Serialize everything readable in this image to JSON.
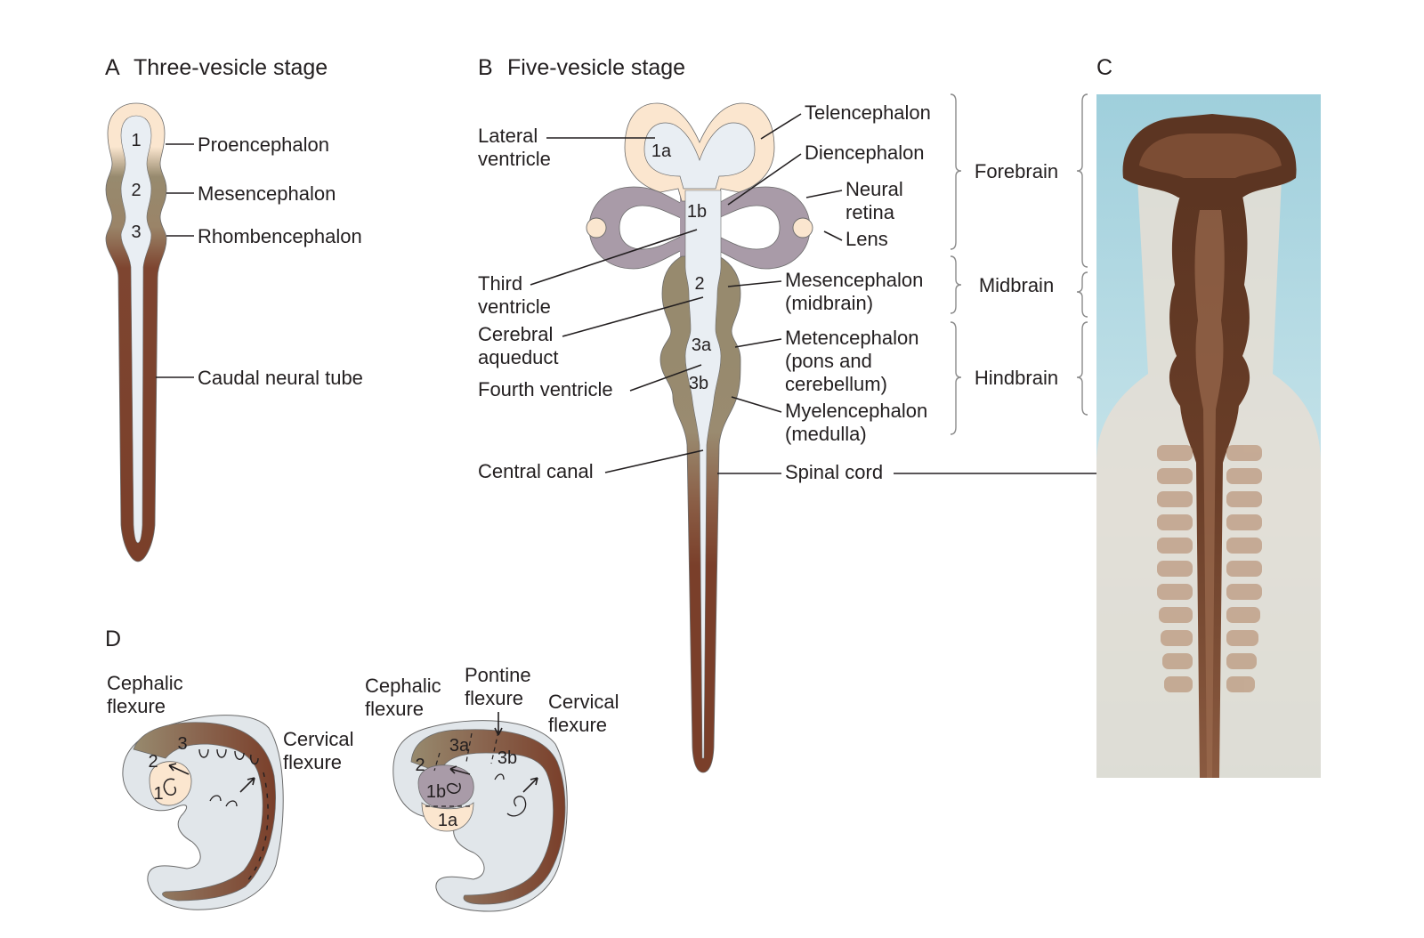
{
  "panels": {
    "a": {
      "letter": "A",
      "title": "Three-vesicle stage"
    },
    "b": {
      "letter": "B",
      "title": "Five-vesicle stage"
    },
    "c": {
      "letter": "C"
    },
    "d": {
      "letter": "D"
    }
  },
  "panel_a": {
    "numbers": [
      "1",
      "2",
      "3"
    ],
    "labels": {
      "proencephalon": "Proencephalon",
      "mesencephalon": "Mesencephalon",
      "rhombencephalon": "Rhombencephalon",
      "caudal_tube": "Caudal neural tube"
    }
  },
  "panel_b": {
    "numbers": {
      "n1a": "1a",
      "n1b": "1b",
      "n2": "2",
      "n3a": "3a",
      "n3b": "3b"
    },
    "left_labels": {
      "lateral_ventricle": [
        "Lateral",
        "ventricle"
      ],
      "third_ventricle": [
        "Third",
        "ventricle"
      ],
      "cerebral_aqueduct": [
        "Cerebral",
        "aqueduct"
      ],
      "fourth_ventricle": "Fourth ventricle",
      "central_canal": "Central canal"
    },
    "right_labels": {
      "telencephalon": "Telencephalon",
      "diencephalon": "Diencephalon",
      "neural_retina": [
        "Neural",
        "retina"
      ],
      "lens": "Lens",
      "mesencephalon": [
        "Mesencephalon",
        "(midbrain)"
      ],
      "metencephalon": [
        "Metencephalon",
        "(pons and",
        "cerebellum)"
      ],
      "myelencephalon": [
        "Myelencephalon",
        "(medulla)"
      ],
      "spinal_cord": "Spinal cord"
    },
    "regions": {
      "forebrain": "Forebrain",
      "midbrain": "Midbrain",
      "hindbrain": "Hindbrain"
    }
  },
  "panel_d": {
    "left": {
      "cephalic": [
        "Cephalic",
        "flexure"
      ],
      "cervical": [
        "Cervical",
        "flexure"
      ],
      "numbers": {
        "n1": "1",
        "n2": "2",
        "n3": "3"
      }
    },
    "right": {
      "cephalic": [
        "Cephalic",
        "flexure"
      ],
      "pontine": [
        "Pontine",
        "flexure"
      ],
      "cervical": [
        "Cervical",
        "flexure"
      ],
      "numbers": {
        "n1a": "1a",
        "n1b": "1b",
        "n2": "2",
        "n3a": "3a",
        "n3b": "3b"
      }
    }
  },
  "colors": {
    "forebrain": "#fbe6cf",
    "midbrain": "#978a6e",
    "hindbrain": "#8a5a45",
    "spinal": "#7a3f2a",
    "diencephalon": "#a99ba8",
    "lumen": "#e9eef3",
    "photo_bg": "#9fcfdc"
  }
}
